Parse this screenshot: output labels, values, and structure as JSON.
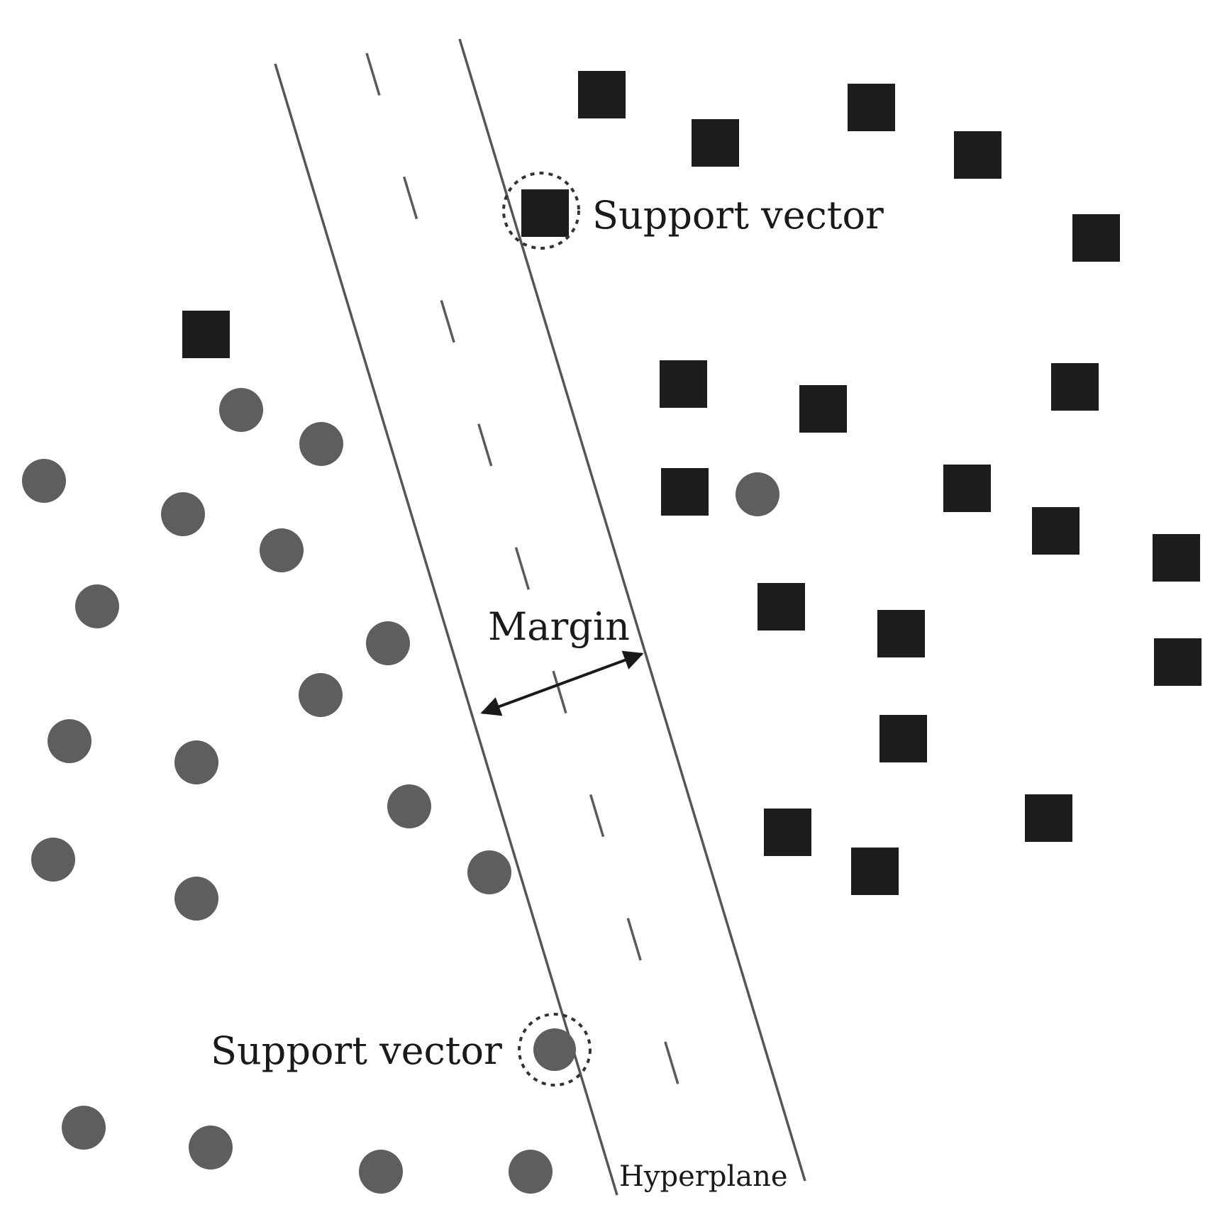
{
  "labels": {
    "support_vector_top": "Support vector",
    "support_vector_bottom": "Support vector",
    "margin": "Margin",
    "hyperplane": "Hyperplane"
  },
  "colors": {
    "square_class": "#1c1c1c",
    "circle_class": "#5e5e5e",
    "lines": "#555555",
    "background": "#ffffff"
  }
}
